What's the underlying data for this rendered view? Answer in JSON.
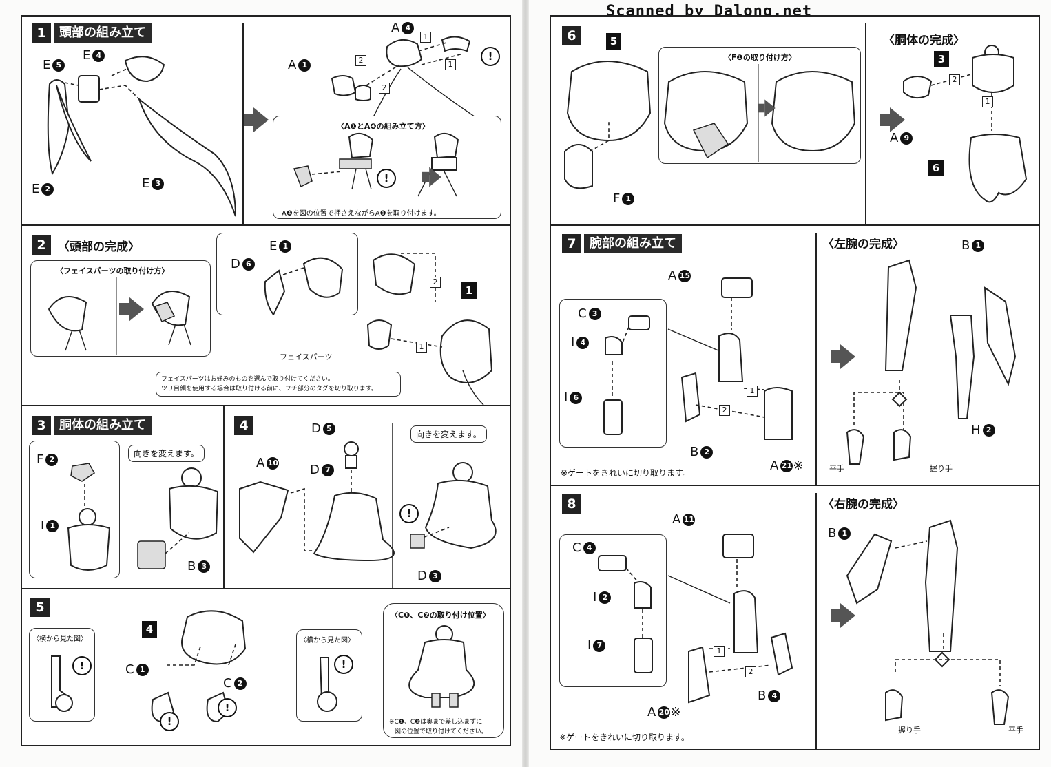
{
  "watermark": "Scanned by Dalong.net",
  "steps": {
    "s1": {
      "num": "1",
      "title": "頭部の組み立て",
      "subbox_title": "〈A❶とA❹の組み立て方〉",
      "subbox_note": "A❹を図の位置で押さえながらA❶を取り付けます。"
    },
    "s2": {
      "num": "2",
      "title": "〈頭部の完成〉",
      "subbox_title": "〈フェイスパーツの取り付け方〉",
      "face_label": "フェイスパーツ",
      "note_line1": "フェイスパーツはお好みのものを選んで取り付けてください。",
      "note_line2": "ツリ目顔を使用する場合は取り付ける前に、フチ部分のタグを切り取ります。"
    },
    "s3": {
      "num": "3",
      "title": "胴体の組み立て",
      "bubble": "向きを変えます。"
    },
    "s4": {
      "num": "4",
      "bubble": "向きを変えます。"
    },
    "s5": {
      "num": "5",
      "side_view": "〈横から見た図〉",
      "pos_title": "〈C❶、C❷の取り付け位置〉",
      "pos_note1": "※C❶、C❷は奥まで差し込まずに",
      "pos_note2": "図の位置で取り付けてください。"
    },
    "s6": {
      "num": "6",
      "subbox_title": "〈F❶の取り付け方〉",
      "heading": "〈胴体の完成〉"
    },
    "s7": {
      "num": "7",
      "title": "腕部の組み立て",
      "heading": "〈左腕の完成〉",
      "gate_note": "※ゲートをきれいに切り取ります。",
      "hand_flat": "平手",
      "hand_grip": "握り手"
    },
    "s8": {
      "num": "8",
      "heading": "〈右腕の完成〉",
      "gate_note": "※ゲートをきれいに切り取ります。",
      "hand_grip": "握り手",
      "hand_flat": "平手"
    }
  },
  "part_labels": {
    "e5": {
      "l": "E",
      "n": "5"
    },
    "e4": {
      "l": "E",
      "n": "4"
    },
    "e2": {
      "l": "E",
      "n": "2"
    },
    "e3": {
      "l": "E",
      "n": "3"
    },
    "a4": {
      "l": "A",
      "n": "4"
    },
    "a1": {
      "l": "A",
      "n": "1"
    },
    "e1": {
      "l": "E",
      "n": "1"
    },
    "d6": {
      "l": "D",
      "n": "6"
    },
    "f2": {
      "l": "F",
      "n": "2"
    },
    "i1": {
      "l": "I",
      "n": "1"
    },
    "b3": {
      "l": "B",
      "n": "3"
    },
    "a10": {
      "l": "A",
      "n": "10"
    },
    "d5": {
      "l": "D",
      "n": "5"
    },
    "d7": {
      "l": "D",
      "n": "7"
    },
    "d3": {
      "l": "D",
      "n": "3"
    },
    "c1": {
      "l": "C",
      "n": "1"
    },
    "c2": {
      "l": "C",
      "n": "2"
    },
    "f1": {
      "l": "F",
      "n": "1"
    },
    "a9": {
      "l": "A",
      "n": "9"
    },
    "a15": {
      "l": "A",
      "n": "15"
    },
    "c3": {
      "l": "C",
      "n": "3"
    },
    "i4": {
      "l": "I",
      "n": "4"
    },
    "i6": {
      "l": "I",
      "n": "6"
    },
    "b2": {
      "l": "B",
      "n": "2"
    },
    "a21": {
      "l": "A",
      "n": "21"
    },
    "b1l": {
      "l": "B",
      "n": "1"
    },
    "h2": {
      "l": "H",
      "n": "2"
    },
    "a11": {
      "l": "A",
      "n": "11"
    },
    "c4": {
      "l": "C",
      "n": "4"
    },
    "i2": {
      "l": "I",
      "n": "2"
    },
    "i7": {
      "l": "I",
      "n": "7"
    },
    "b4": {
      "l": "B",
      "n": "4"
    },
    "a20": {
      "l": "A",
      "n": "20"
    },
    "b1r": {
      "l": "B",
      "n": "1"
    }
  },
  "marks": {
    "asterisk": "※",
    "warn": "!"
  },
  "step_refs": {
    "one": "1",
    "three": "3",
    "four": "4",
    "five": "5",
    "six": "6"
  },
  "seq": {
    "one": "1",
    "two": "2"
  },
  "colors": {
    "ink": "#111111",
    "paper": "#ffffff",
    "arrow": "#555555"
  }
}
